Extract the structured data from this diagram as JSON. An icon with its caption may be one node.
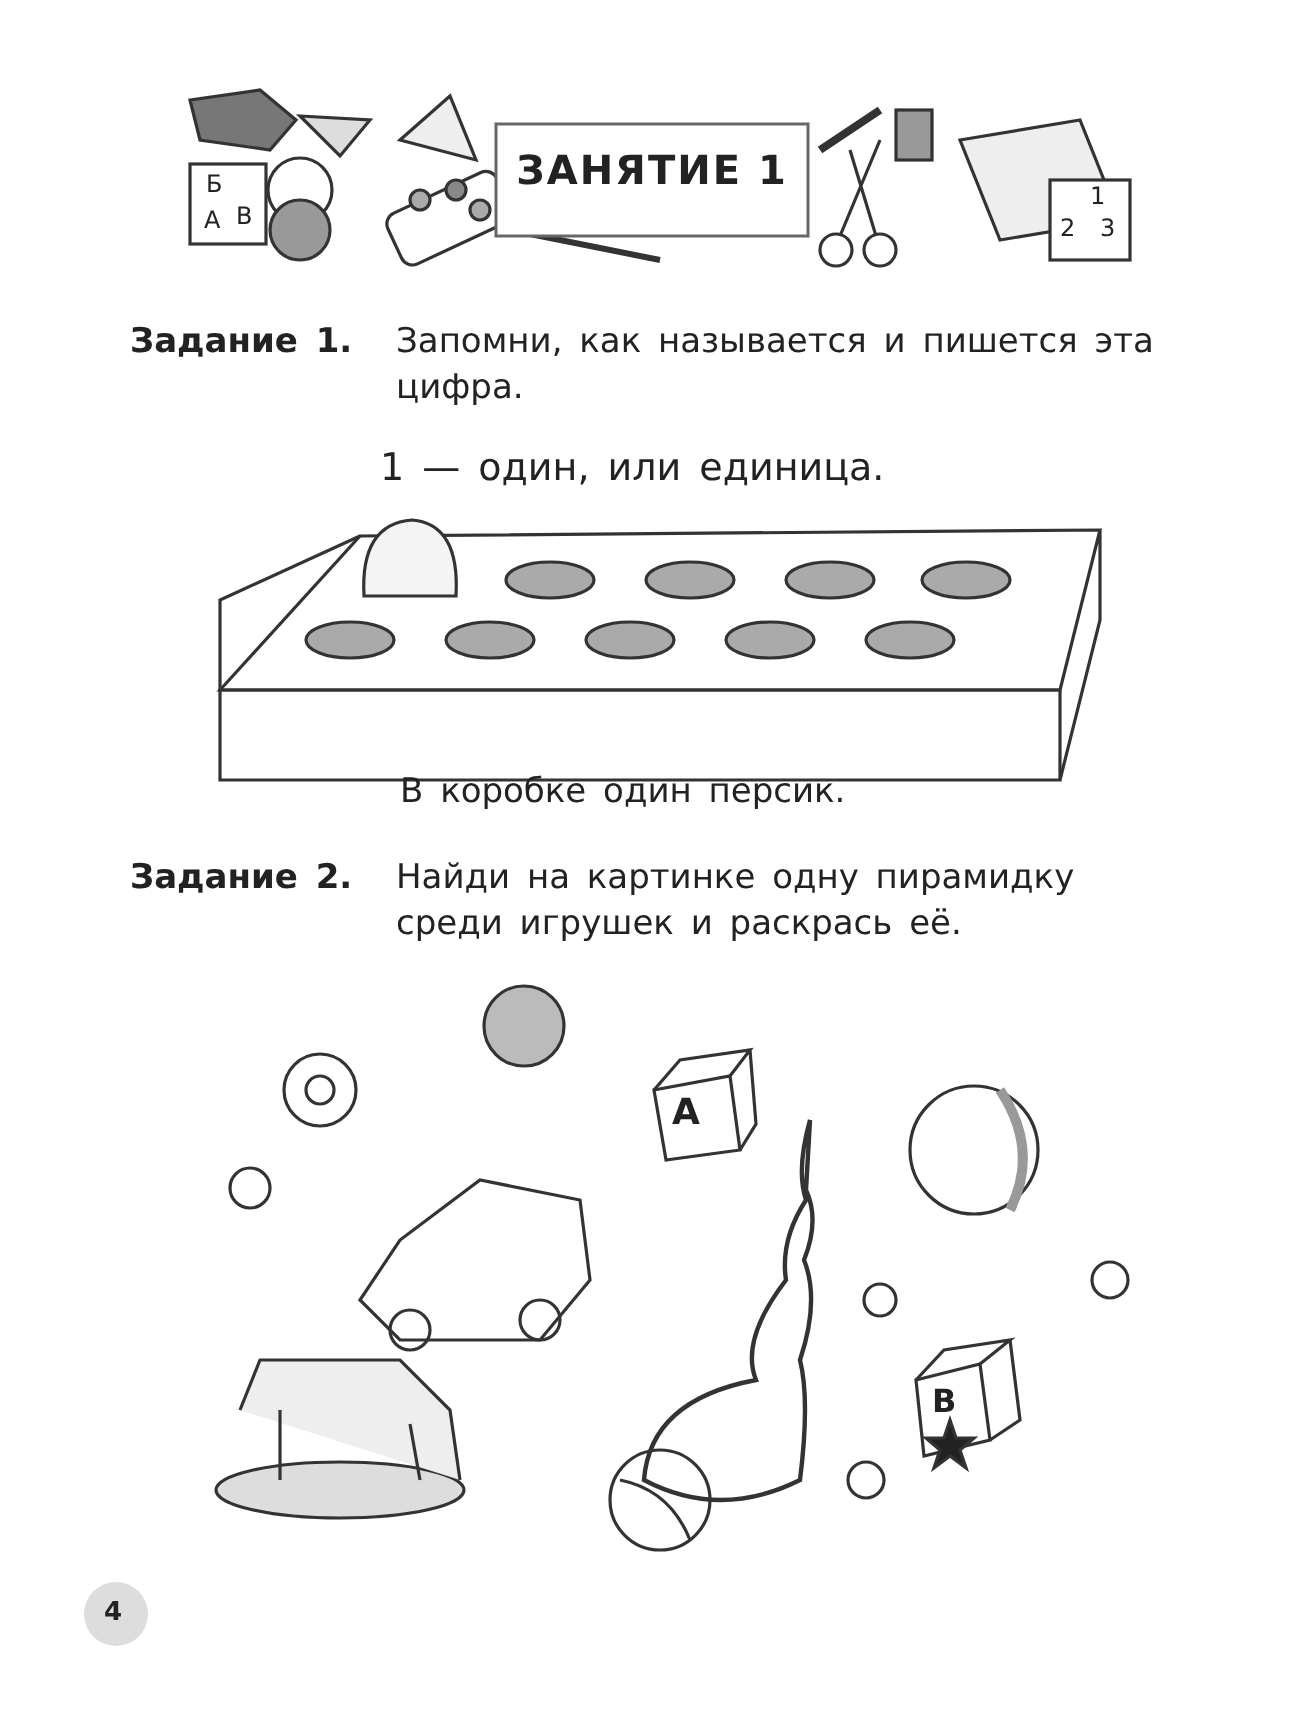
{
  "diagram": {
    "title": "ЗАНЯТИЕ 1",
    "labels": [
      "Б",
      "А",
      "В",
      "1",
      "2",
      "3",
      "Задание 1.",
      "Запомни, как называется и пишется эта цифра.",
      "1 — один, или единица.",
      "В коробке один персик.",
      "Задание 2.",
      "Найди на картинке одну пирамидку среди игрушек и раскрась её.",
      "А",
      "В",
      "4"
    ]
  }
}
